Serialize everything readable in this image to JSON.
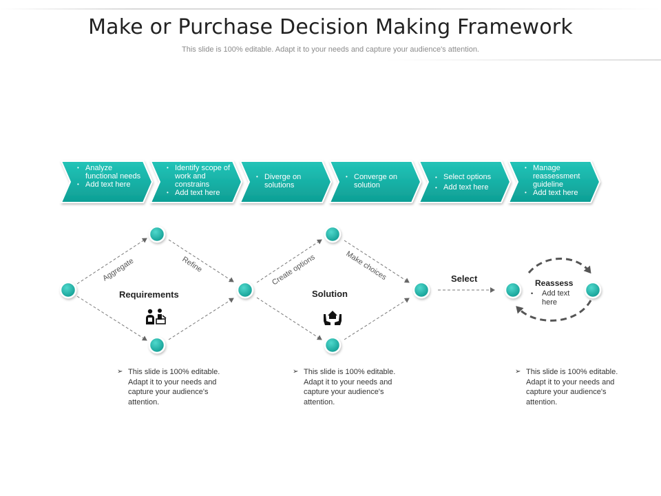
{
  "header": {
    "title": "Make or Purchase Decision Making Framework",
    "subtitle": "This slide is 100% editable. Adapt it to your needs and capture your audience's attention."
  },
  "colors": {
    "teal": "#13b5aa",
    "teal_dark": "#0f8f86",
    "text": "#222222"
  },
  "chevrons": [
    {
      "items": [
        "Analyze functional needs",
        "Add text here"
      ]
    },
    {
      "items": [
        "Identify scope of work and constrains",
        "Add text here"
      ]
    },
    {
      "items": [
        "Diverge on solutions"
      ]
    },
    {
      "items": [
        "Converge on solution"
      ]
    },
    {
      "items": [
        "Select options",
        "Add text here"
      ]
    },
    {
      "items": [
        "Manage reassessment guideline",
        "Add text here"
      ]
    }
  ],
  "flow": {
    "edges": {
      "aggregate": "Aggregate",
      "refine": "Refine",
      "create_options": "Create options",
      "make_choices": "Make choices"
    },
    "stages": {
      "requirements": "Requirements",
      "solution": "Solution",
      "select": "Select",
      "reassess": "Reassess",
      "reassess_note": "Add text here"
    },
    "icons": {
      "requirements": "team-presentation-icon",
      "solution": "hands-holding-house-icon"
    }
  },
  "notes": [
    "This slide is 100% editable. Adapt it to your needs and capture your audience's attention.",
    "This slide is 100% editable. Adapt it to your needs and capture your audience's attention.",
    "This slide is 100% editable. Adapt it to your needs and capture your audience's attention."
  ]
}
